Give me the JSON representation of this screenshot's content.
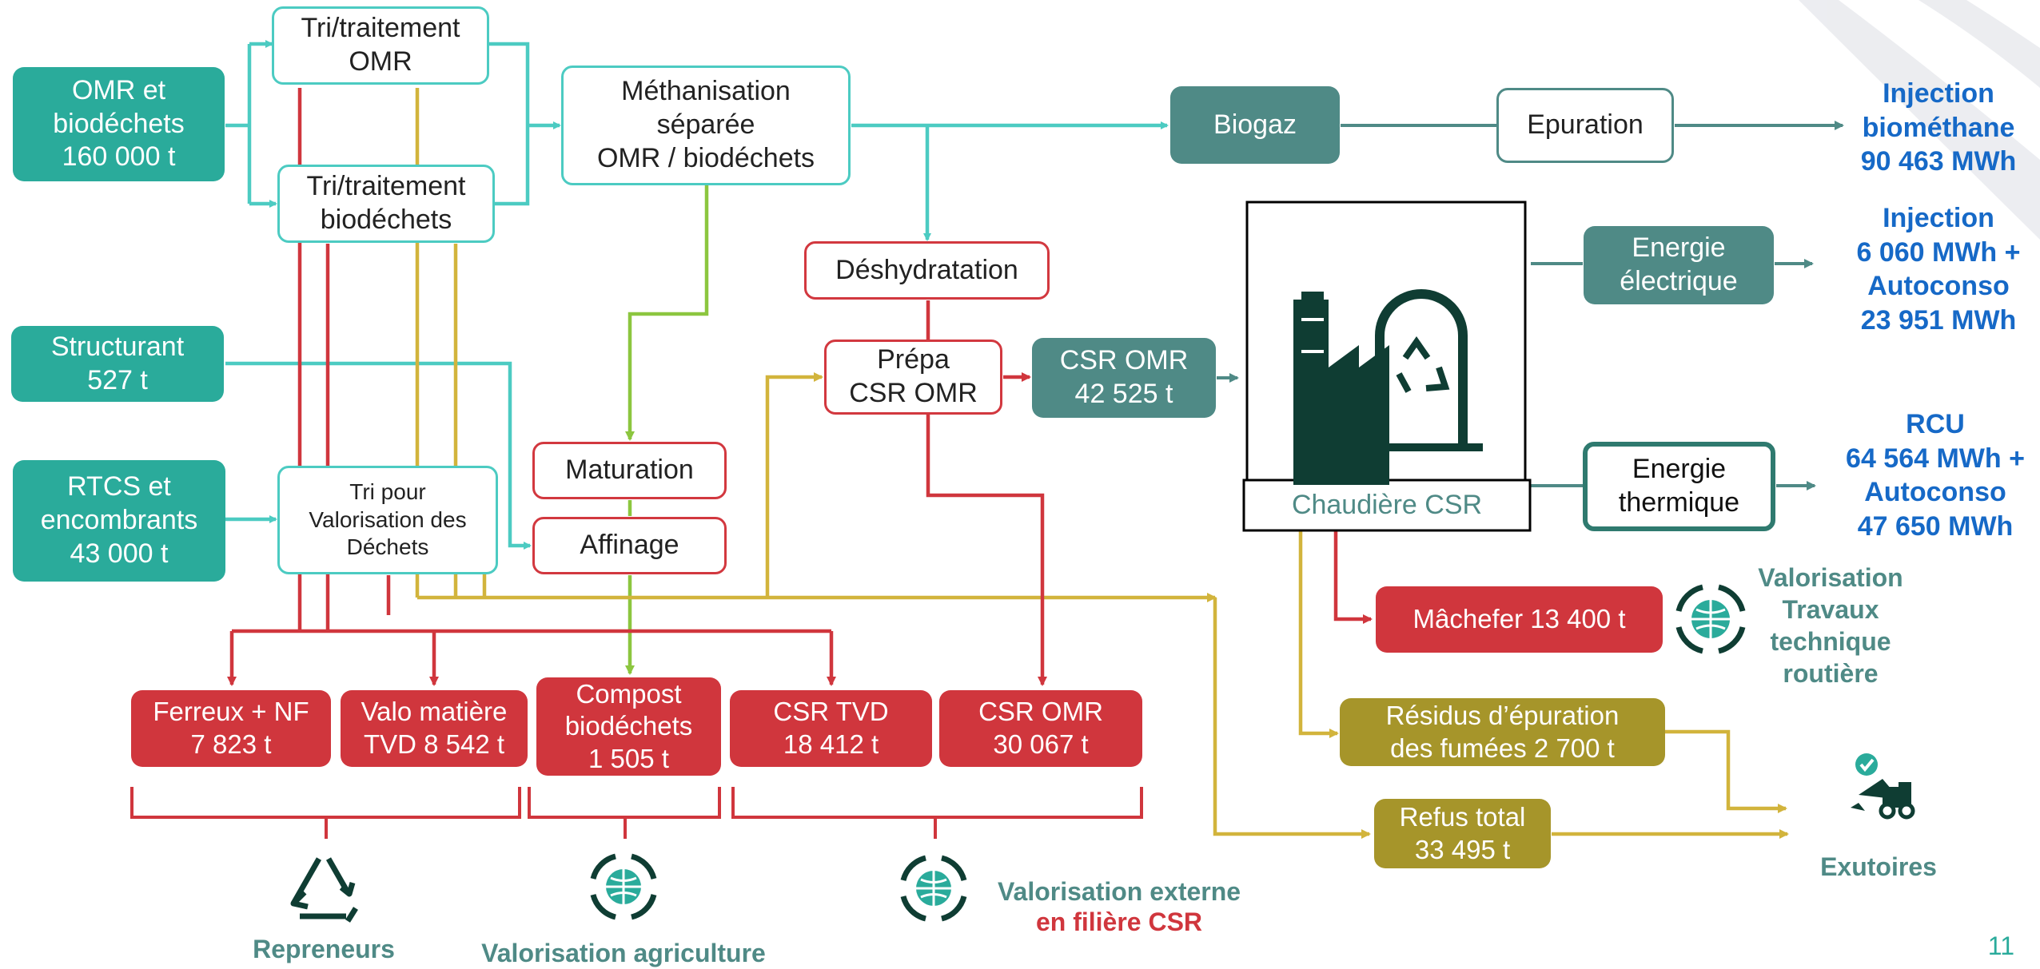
{
  "nodes": {
    "omr_biodechets": "OMR et\nbiodéchets\n160 000 t",
    "tri_omr": "Tri/traitement\nOMR",
    "tri_bio": "Tri/traitement\nbiodéchets",
    "methanisation": "Méthanisation\nséparée\nOMR / biodéchets",
    "biogaz": "Biogaz",
    "epuration": "Epuration",
    "injection_biomethane": "Injection\nbiométhane\n90 463 MWh",
    "structurant": "Structurant\n527 t",
    "rtcs": "RTCS et\nencombrants\n43 000 t",
    "tri_valorisation": "Tri pour\nValorisation des\nDéchets",
    "deshydratation": "Déshydratation",
    "prepa_csr": "Prépa\nCSR OMR",
    "csr_omr_mid": "CSR OMR\n42 525 t",
    "maturation": "Maturation",
    "affinage": "Affinage",
    "chaudiere_label": "Chaudière CSR",
    "energie_electrique": "Energie\nélectrique",
    "energie_thermique": "Energie\nthermique",
    "injection_elec": "Injection\n6 060 MWh +\nAutoconso\n23 951 MWh",
    "rcu": "RCU\n64 564 MWh +\nAutoconso\n47 650 MWh",
    "machefer": "Mâchefer 13 400 t",
    "residus": "Résidus d’épuration\ndes fumées  2 700 t",
    "refus": "Refus total\n33 495 t",
    "ferreux": "Ferreux + NF\n7 823 t",
    "valo_matiere": "Valo matière\nTVD 8 542 t",
    "compost": "Compost\nbiodéchets\n1 505 t",
    "csr_tvd": "CSR TVD\n18 412 t",
    "csr_omr_bottom": "CSR OMR\n30 067 t"
  },
  "labels": {
    "valorisation_travaux": "Valorisation\nTravaux\ntechnique\nroutière",
    "exutoires": "Exutoires",
    "repreneurs": "Repreneurs",
    "valorisation_agriculture": "Valorisation agriculture",
    "valorisation_externe": "Valorisation externe",
    "en_filiere_csr": "en filière CSR",
    "page_number": "11"
  },
  "icons": {
    "boiler": "factory-recycle-icon",
    "globe_machefer": "globe-recycle-icon",
    "exutoires": "truck-dump-icon",
    "repreneurs": "recycle-icon",
    "agriculture": "globe-recycle-icon",
    "externe": "globe-recycle-icon"
  },
  "colors": {
    "teal": "#2aab9b",
    "teal_line": "#4ccbc2",
    "red": "#d0363d",
    "olive": "#a6952a",
    "mustard_line": "#d2b43c",
    "green_line": "#8cc63f",
    "slate": "#4f8a86",
    "blue_text": "#1669c7"
  }
}
